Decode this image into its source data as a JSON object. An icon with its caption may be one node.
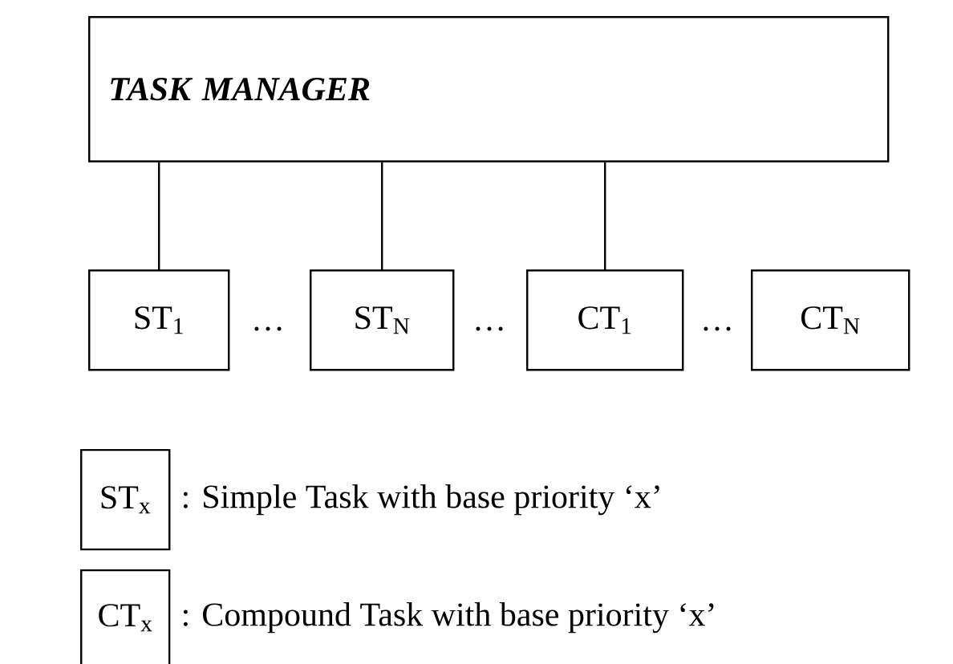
{
  "diagram": {
    "nodes": [
      {
        "text": [
          "TASK MANAGER"
        ]
      },
      {
        "text": [
          "ST$_{1}$"
        ]
      },
      {
        "text": [
          "ST$_{N}$"
        ]
      },
      {
        "text": [
          "CT$_{1}$"
        ]
      },
      {
        "text": [
          "CT$_{N}$"
        ]
      },
      {
        "text": [
          "ST$_{x}$"
        ],
        "beside": [
          ": Simple Task with base priority ‘x’"
        ]
      },
      {
        "text": [
          "CT$_{x}$"
        ],
        "beside": [
          ": Compound Task with base priority ‘x’"
        ]
      }
    ],
    "edges": [
      {
        "from": 0,
        "to": 1,
        "arrow": "none"
      },
      {
        "from": 0,
        "to": 2,
        "arrow": "none"
      },
      {
        "from": 0,
        "to": 3,
        "arrow": "none"
      }
    ],
    "labels": [
      "…",
      "…",
      "…"
    ]
  }
}
